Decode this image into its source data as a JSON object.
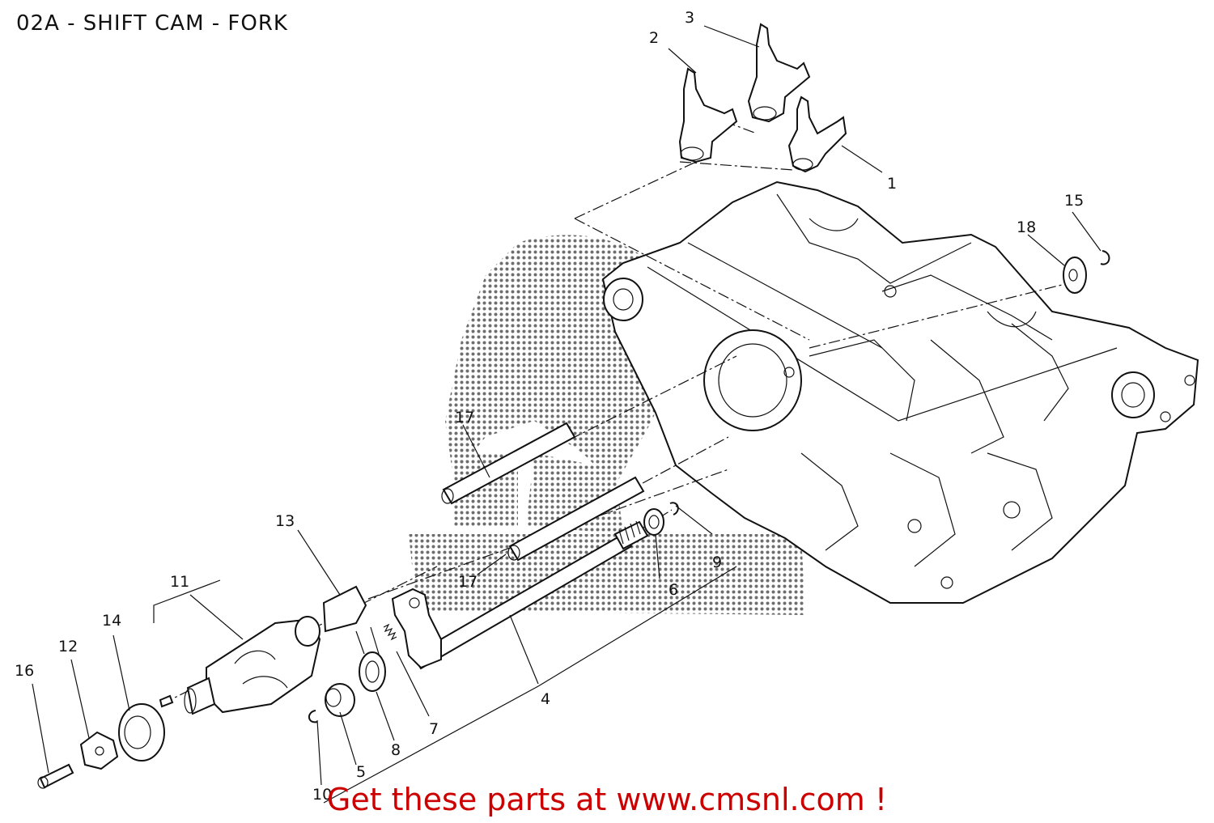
{
  "title": "02A - SHIFT CAM - FORK",
  "callouts": {
    "c1": "1",
    "c2": "2",
    "c3": "3",
    "c4": "4",
    "c5": "5",
    "c6": "6",
    "c7": "7",
    "c8": "8",
    "c9": "9",
    "c10": "10",
    "c11": "11",
    "c12": "12",
    "c13": "13",
    "c14": "14",
    "c15": "15",
    "c16": "16",
    "c17a": "17",
    "c17b": "17",
    "c18": "18"
  },
  "banner": "Get these parts at www.cmsnl.com !",
  "colors": {
    "banner": "#cc0000",
    "line": "#111111",
    "dots": "#555555"
  }
}
